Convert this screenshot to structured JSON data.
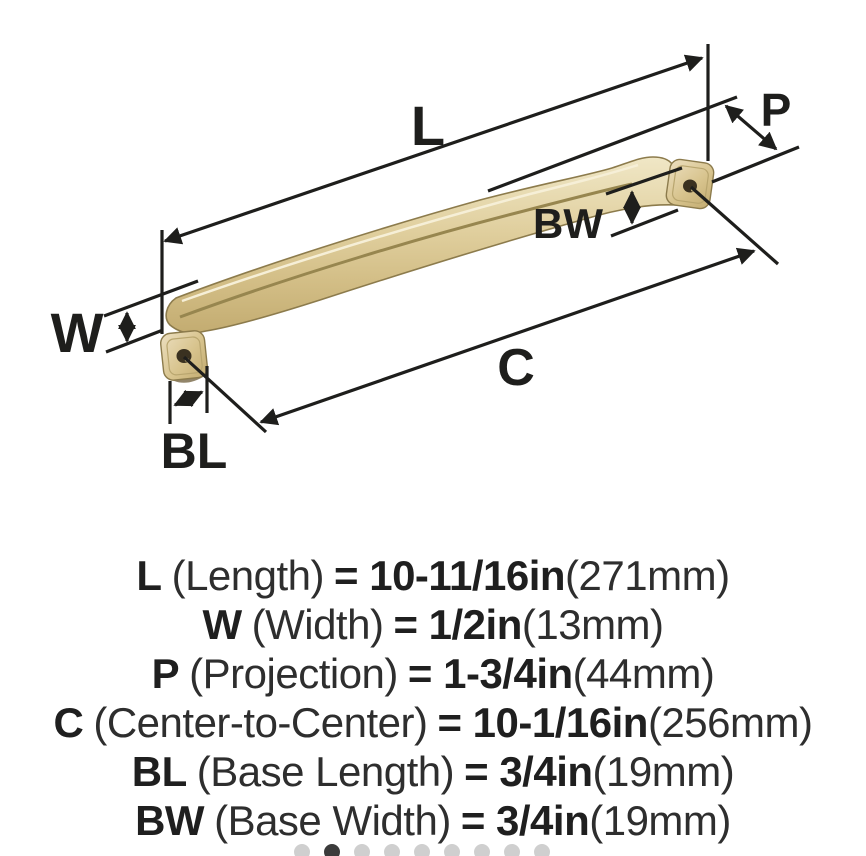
{
  "diagram": {
    "labels": {
      "l": "L",
      "w": "W",
      "p": "P",
      "c": "C",
      "bl": "BL",
      "bw": "BW"
    },
    "subject": "cabinet-pull-handle",
    "colors": {
      "dimension_line": "#1e1e1c",
      "brass_light": "#f0e7c6",
      "brass_mid": "#d8c48e",
      "brass_dark": "#a18c57",
      "screw_hole": "#3a3120"
    }
  },
  "specs": [
    {
      "code": "L",
      "name": "(Length)",
      "value": "= 10-11/16in",
      "mm": "(271mm)"
    },
    {
      "code": "W",
      "name": "(Width)",
      "value": "= 1/2in",
      "mm": "(13mm)"
    },
    {
      "code": "P",
      "name": "(Projection)",
      "value": "= 1-3/4in",
      "mm": "(44mm)"
    },
    {
      "code": "C",
      "name": "(Center-to-Center)",
      "value": "= 10-1/16in",
      "mm": "(256mm)"
    },
    {
      "code": "BL",
      "name": "(Base Length)",
      "value": "= 3/4in",
      "mm": "(19mm)"
    },
    {
      "code": "BW",
      "name": "(Base Width)",
      "value": "= 3/4in",
      "mm": "(19mm)"
    }
  ],
  "pagination": {
    "states": [
      "inactive",
      "active",
      "inactive",
      "inactive",
      "inactive",
      "inactive",
      "inactive",
      "inactive",
      "inactive"
    ],
    "colors": {
      "inactive": "#cfcfcf",
      "active": "#3b3b3b"
    }
  }
}
